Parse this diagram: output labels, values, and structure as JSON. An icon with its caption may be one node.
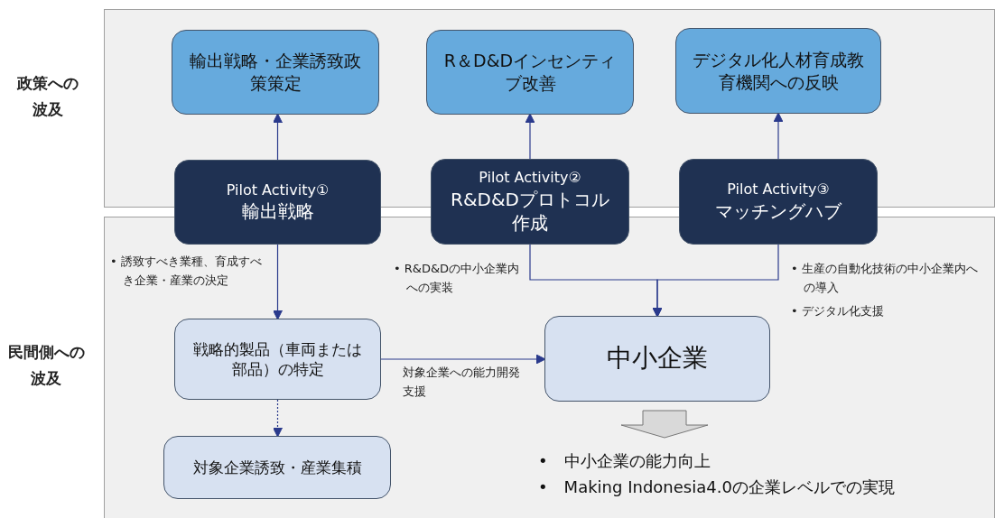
{
  "diagram": {
    "nodes": [
      {
        "text": [
          "輸出戦略・企業誘致政策策定"
        ]
      },
      {
        "text": [
          "R＆D&Dインセンティブ改善"
        ]
      },
      {
        "text": [
          "デジタル化人材育成教育機関への反映"
        ]
      },
      {
        "text": [
          "Pilot Activity①",
          "輸出戦略"
        ]
      },
      {
        "text": [
          "Pilot Activity②",
          "R&D&Dプロトコル作成"
        ]
      },
      {
        "text": [
          "Pilot Activity③",
          "マッチングハブ"
        ]
      },
      {
        "text": [
          "戦略的製品（車両または部品）の特定"
        ]
      },
      {
        "text": [
          "中小企業"
        ]
      },
      {
        "text": [
          "対象企業誘致・産業集積"
        ]
      },
      {
        "text": [
          "•　中小企業の能力向上",
          "•　Making Indonesia4.0の企業レベルでの実現"
        ]
      }
    ],
    "edges": [
      {
        "from": 3,
        "to": 0,
        "arrow": "to"
      },
      {
        "from": 4,
        "to": 1,
        "arrow": "to"
      },
      {
        "from": 5,
        "to": 2,
        "arrow": "to"
      },
      {
        "from": 3,
        "to": 6,
        "arrow": "to",
        "label": "• 誘致すべき業種、育成すべき企業・産業の決定"
      },
      {
        "from": 4,
        "to": 7,
        "arrow": "to",
        "label": "• R&D&Dの中小企業内への実装"
      },
      {
        "from": 5,
        "to": 7,
        "arrow": "to",
        "label": "• 生産の自動化技術の中小企業内への導入"
      },
      {
        "from": 6,
        "to": 7,
        "arrow": "to",
        "label": "対象企業への能力開発支援"
      },
      {
        "from": 6,
        "to": 8,
        "arrow": "to",
        "style": "dashed"
      },
      {
        "from": 7,
        "to": 9,
        "arrow": "to",
        "style": "thick",
        "color": "#d9d9d9"
      }
    ],
    "labels": [
      "政策への波及",
      "民間側への波及",
      "• デジタル化支援"
    ]
  }
}
